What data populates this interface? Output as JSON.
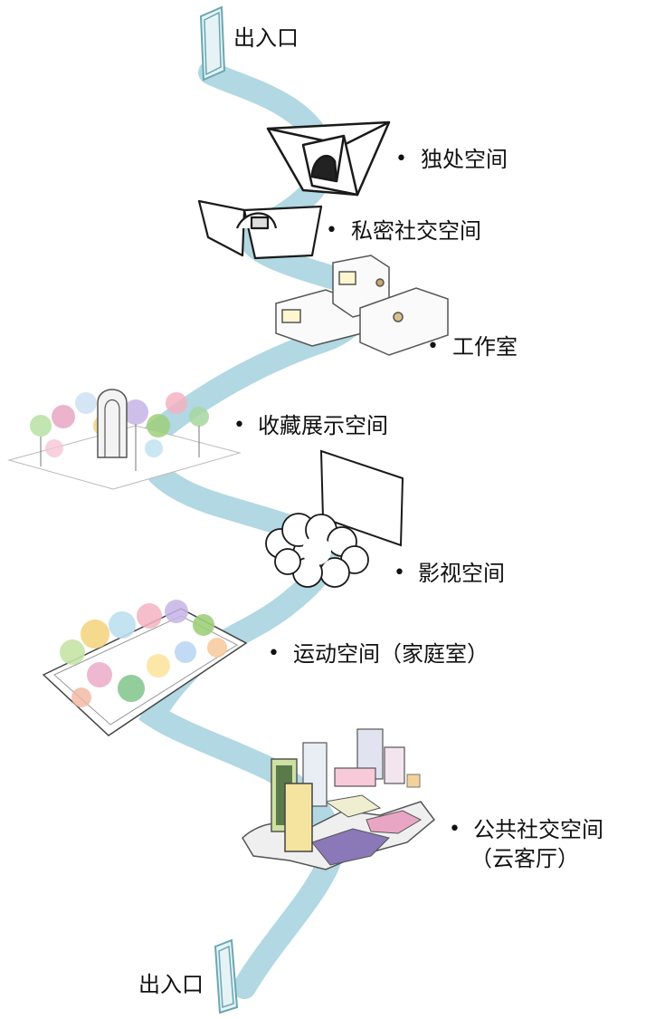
{
  "labels": {
    "entrance_top": "出入口",
    "solitude": "独处空间",
    "private_social": "私密社交空间",
    "studio": "工作室",
    "collection": "收藏展示空间",
    "cinema": "影视空间",
    "sports": "运动空间（家庭室）",
    "public_social_line1": "公共社交空间",
    "public_social_line2": "（云客厅）",
    "entrance_bottom": "出入口"
  },
  "bullet": "•",
  "colors": {
    "path": "#a9d4e0",
    "door": "#6aa7b2",
    "ink": "#1a1a1a",
    "purple": "#7c6aa8",
    "pink": "#e9a6c4",
    "yellow": "#f2d27a",
    "green": "#9fcf7a"
  }
}
